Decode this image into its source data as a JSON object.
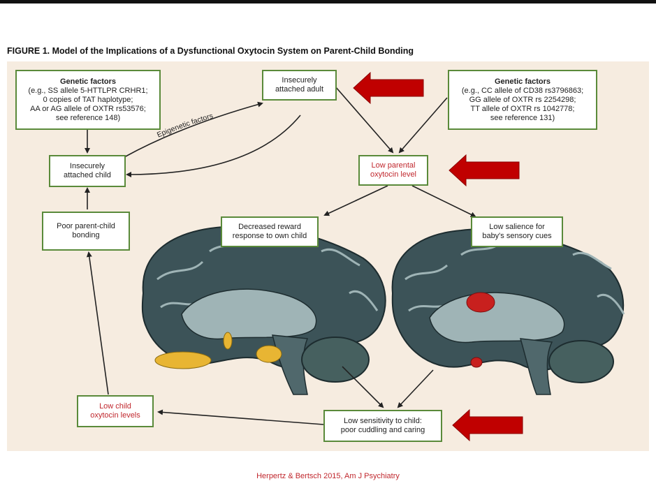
{
  "title": "FIGURE 1. Model of the Implications of a Dysfunctional Oxytocin System on Parent-Child Bonding",
  "nodes": {
    "genetic_left": {
      "heading": "Genetic factors",
      "lines": [
        "(e.g., SS allele 5-HTTLPR CRHR1;",
        "0 copies of TAT haplotype;",
        "AA or AG allele of OXTR rs53576;",
        "see reference 148)"
      ]
    },
    "insecure_adult": {
      "lines": [
        "Insecurely",
        "attached adult"
      ]
    },
    "genetic_right": {
      "heading": "Genetic factors",
      "lines": [
        "(e.g., CC allele of CD38 rs3796863;",
        "GG allele of OXTR rs 2254298;",
        "TT allele of OXTR rs 1042778;",
        "see reference 131)"
      ]
    },
    "insecure_child": {
      "lines": [
        "Insecurely",
        "attached child"
      ]
    },
    "low_parental_oxytocin": {
      "lines": [
        "Low parental",
        "oxytocin level"
      ]
    },
    "poor_bonding": {
      "lines": [
        "Poor parent-child",
        "bonding"
      ]
    },
    "decreased_reward": {
      "lines": [
        "Decreased reward",
        "response to own child"
      ]
    },
    "low_salience": {
      "lines": [
        "Low salience for",
        "baby's sensory cues"
      ]
    },
    "low_child_oxytocin": {
      "lines": [
        "Low child",
        "oxytocin levels"
      ]
    },
    "low_sensitivity": {
      "lines": [
        "Low sensitivity to child:",
        "poor cuddling and caring"
      ]
    }
  },
  "edge_label_epigenetic": "Epigenetic factors",
  "citation": "Herpertz & Bertsch 2015, Am J Psychiatry",
  "colors": {
    "panel": "#f6ece0",
    "box_border": "#5a8a3a",
    "highlight_text": "#c0272d",
    "callout_arrow": "#c00000",
    "brain": "#3c5358",
    "brain_light": "#9fb4b6",
    "region_yellow": "#e8b533",
    "region_red": "#c8201e"
  }
}
